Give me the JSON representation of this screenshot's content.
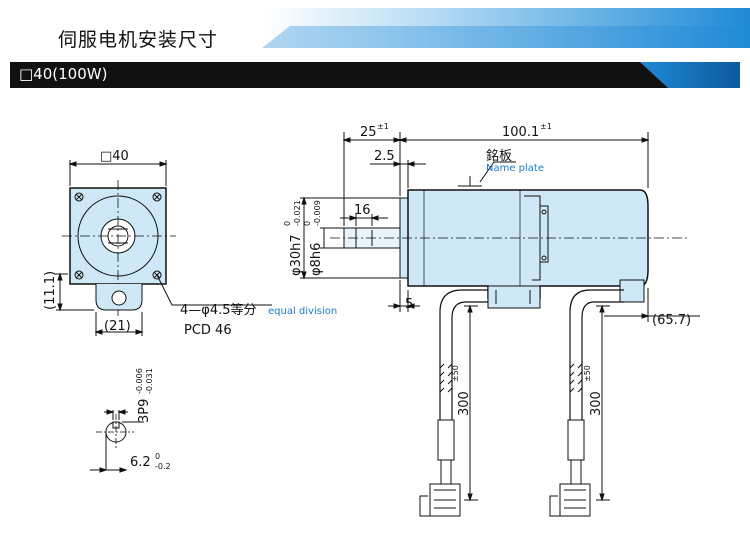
{
  "header": {
    "title": "伺服电机安装尺寸",
    "model_label": "□40(100W)"
  },
  "colors": {
    "header_gradient_start": "#ffffff",
    "header_gradient_end": "#1f8ad6",
    "band_dark": "#111111",
    "band_blue": "#1f8ad6",
    "motor_body": "#cfe8f7",
    "english_note": "#1a7bd0"
  },
  "front_view": {
    "square_dim": "□40",
    "height_dim": "(11.1)",
    "width_dim": "(21)",
    "hole_spec": "4—φ4.5等分",
    "hole_spec_en": "equal division",
    "pcd": "PCD 46"
  },
  "key_view": {
    "key_dim": "3P9",
    "key_tol_upper": "-0.006",
    "key_tol_lower": "-0.031",
    "key_height": "6.2",
    "key_height_tol_upper": "0",
    "key_height_tol_lower": "-0.2"
  },
  "side_view": {
    "shaft_length": "25",
    "shaft_length_tol": "±1",
    "body_length": "100.1",
    "body_length_tol": "±1",
    "flange_thickness": "2.5",
    "nameplate_cn": "銘板",
    "nameplate_en": "Name plate",
    "key_length": "16",
    "spigot_dia": "φ30h7",
    "spigot_tol_upper": "0",
    "spigot_tol_lower": "-0.021",
    "shaft_dia": "φ8h6",
    "shaft_tol_upper": "0",
    "shaft_tol_lower": "-0.009",
    "flange_dim": "5",
    "connector_offset": "(65.7)",
    "cable_length_left": "300",
    "cable_length_right": "300",
    "cable_tol": "±50"
  }
}
